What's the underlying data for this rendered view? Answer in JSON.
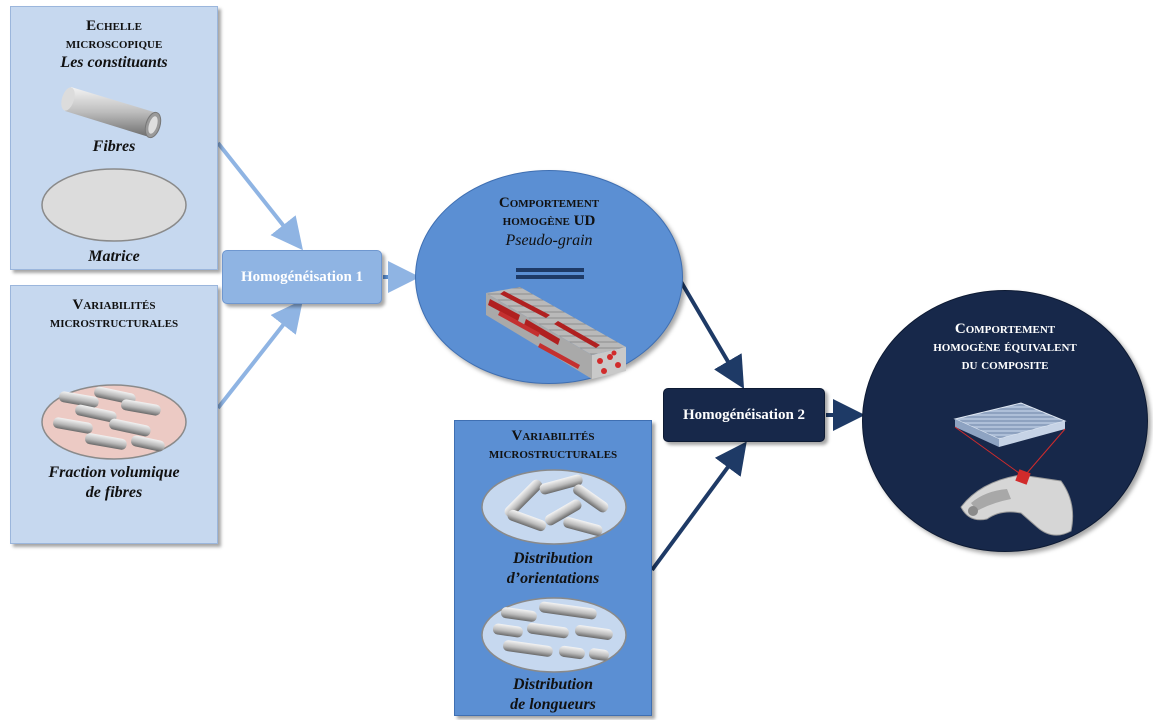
{
  "panel_micro": {
    "line1": "Echelle",
    "line2": "microscopique",
    "subtitle": "Les constituants",
    "fibres": "Fibres",
    "matrice": "Matrice"
  },
  "panel_var1": {
    "line1": "Variabilités",
    "line2": "microstructurales",
    "label1": "Fraction volumique",
    "label2": "de fibres"
  },
  "homog1": "Homogénéisation 1",
  "circle_ud": {
    "line1": "Comportement",
    "line2": "homogène UD",
    "subtitle": "Pseudo-grain"
  },
  "panel_var2": {
    "line1": "Variabilités",
    "line2": "microstructurales",
    "orient1": "Distribution",
    "orient2": "d’orientations",
    "length1": "Distribution",
    "length2": "de longueurs"
  },
  "homog2": "Homogénéisation 2",
  "circle_final": {
    "line1": "Comportement",
    "line2": "homogène équivalent",
    "line3": "du composite"
  },
  "colors": {
    "light_panel": "#c6d8ef",
    "mid_blue": "#5b8fd3",
    "dark_navy": "#17284a",
    "arrow_light": "#8fb4e3",
    "arrow_dark": "#1e3a66"
  }
}
